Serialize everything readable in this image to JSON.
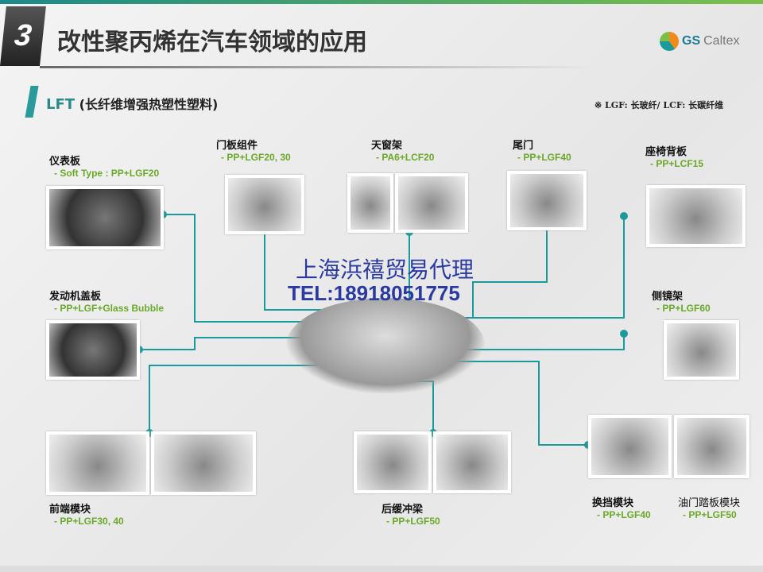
{
  "header": {
    "section_number": "3",
    "title": "改性聚丙烯在汽车领域的应用",
    "logo_bold": "GS",
    "logo_text": "Caltex"
  },
  "section": {
    "prefix": "LFT",
    "title": "(长纤维增强热塑性塑料)",
    "note": "※ LGF: 长玻纤/ LCF: 长碳纤维"
  },
  "parts": [
    {
      "name": "仪表板",
      "material": "- Soft Type : PP+LGF20"
    },
    {
      "name": "门板组件",
      "material": "- PP+LGF20, 30"
    },
    {
      "name": "天窗架",
      "material": "- PA6+LCF20"
    },
    {
      "name": "尾门",
      "material": "- PP+LGF40"
    },
    {
      "name": "座椅背板",
      "material": "- PP+LCF15"
    },
    {
      "name": "发动机盖板",
      "material": "- PP+LGF+Glass Bubble"
    },
    {
      "name": "侧镜架",
      "material": "- PP+LGF60"
    },
    {
      "name": "前端模块",
      "material": "- PP+LGF30, 40"
    },
    {
      "name": "后缓冲梁",
      "material": "- PP+LGF50"
    },
    {
      "name": "换挡模块",
      "material": "- PP+LGF40"
    },
    {
      "name": "油门踏板模块",
      "material": "- PP+LGF50"
    }
  ],
  "watermark": {
    "line1": "上海浜禧贸易代理",
    "line2": "TEL:18918051775"
  },
  "colors": {
    "accent": "#2a9a9a",
    "material": "#6aa82a"
  }
}
